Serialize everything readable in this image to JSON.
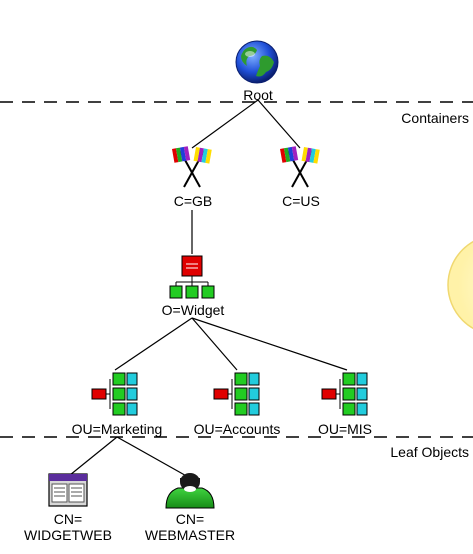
{
  "sections": {
    "containers": "Containers",
    "leaf_objects": "Leaf Objects"
  },
  "nodes": {
    "root": {
      "label": "Root",
      "icon": "globe-icon"
    },
    "c_gb": {
      "label": "C=GB",
      "icon": "country-flags-icon"
    },
    "c_us": {
      "label": "C=US",
      "icon": "country-flags-icon"
    },
    "o_widget": {
      "label": "O=Widget",
      "icon": "organization-icon"
    },
    "ou_marketing": {
      "label": "OU=Marketing",
      "icon": "organizational-unit-icon"
    },
    "ou_accounts": {
      "label": "OU=Accounts",
      "icon": "organizational-unit-icon"
    },
    "ou_mis": {
      "label": "OU=MIS",
      "icon": "organizational-unit-icon"
    },
    "cn_widgetweb": {
      "label_line1": "CN=",
      "label_line2": "WIDGETWEB",
      "icon": "web-server-icon"
    },
    "cn_webmaster": {
      "label_line1": "CN=",
      "label_line2": "WEBMASTER",
      "icon": "user-icon"
    }
  },
  "colors": {
    "globe_ocean": "#1f4fd8",
    "globe_land": "#2e9b2e",
    "org_red": "#e00000",
    "org_green": "#22cc22",
    "ou_cyan": "#22ccdd",
    "user_green": "#22aa22",
    "highlight_yellow": "#fff6b0"
  }
}
